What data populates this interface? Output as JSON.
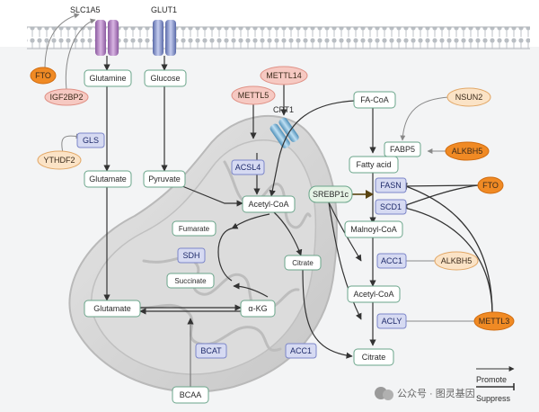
{
  "transporters": {
    "slc1a5": "SLC1A5",
    "glut1": "GLUT1",
    "cpt1": "CPT1"
  },
  "metabolites": {
    "glutamine": "Glutamine",
    "glucose": "Glucose",
    "glutamate_cyto": "Glutamate",
    "pyruvate": "Pyruvate",
    "acetylcoa_mito": "Acetyl-CoA",
    "fumarate": "Fumarate",
    "succinate": "Succinate",
    "glutamate_mito": "Glutamate",
    "akg": "α-KG",
    "citrate_mito": "Citrate",
    "bcaa": "BCAA",
    "facoa": "FA-CoA",
    "fatty_acid": "Fatty acid",
    "malonylcoa": "Malnoyl-CoA",
    "acetylcoa_cyto": "Acetyl-CoA",
    "citrate_cyto": "Citrate"
  },
  "enzymes": {
    "gls": "GLS",
    "acsl4": "ACSL4",
    "sdh": "SDH",
    "bcat": "BCAT",
    "acc1_mito": "ACC1",
    "fabp5": "FABP5",
    "fasn": "FASN",
    "scd1": "SCD1",
    "acc1": "ACC1",
    "acly": "ACLY"
  },
  "regulators": {
    "fto_top": "FTO",
    "igf2bp2": "IGF2BP2",
    "ythdf2": "YTHDF2",
    "mettl14": "METTL14",
    "mettl5": "METTL5",
    "nsun2": "NSUN2",
    "alkbh5_top": "ALKBH5",
    "fto_right": "FTO",
    "alkbh5_mid": "ALKBH5",
    "mettl3": "METTL3",
    "srebp1c": "SREBP1c"
  },
  "legend": {
    "promote": "Promote",
    "suppress": "Suppress"
  },
  "watermark": "公众号 · 图灵基因",
  "colors": {
    "membrane": "#c9cdd1",
    "mito_outer": "#d6d6d6",
    "mito_inner": "#c4c4c4",
    "metabolite_border": "#6aa58a",
    "enzyme_fill": "#d6daf2",
    "enzyme_border": "#7c86c9",
    "fto_fill": "#f08a24",
    "reg_fill": "#fbe3c6",
    "reg_border": "#e2a868",
    "pink_fill": "#f6c9c2",
    "pink_border": "#e09287",
    "srebp_fill": "#e6f3e6"
  }
}
